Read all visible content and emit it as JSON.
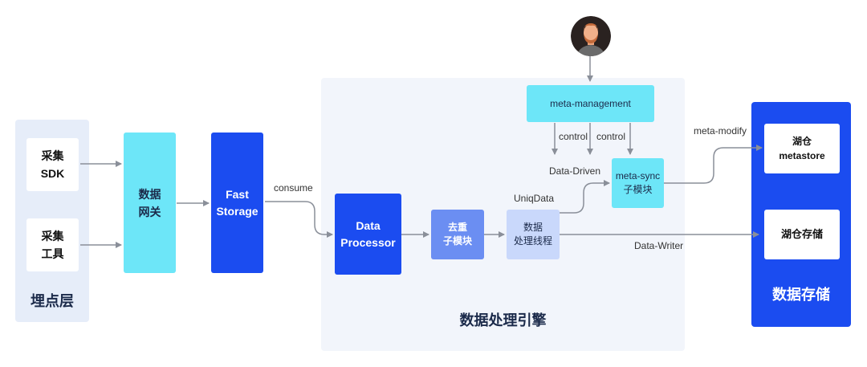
{
  "layers": {
    "collection": "埋点层",
    "engine": "数据处理引擎",
    "storage": "数据存储"
  },
  "nodes": {
    "sdk": "采集\nSDK",
    "tool": "采集\n工具",
    "gateway": "数据\n网关",
    "fast_storage": "Fast\nStorage",
    "data_processor": "Data\nProcessor",
    "dedup": "去重\n子模块",
    "process_thread": "数据\n处理线程",
    "meta_management": "meta-management",
    "meta_sync": "meta-sync\n子模块",
    "metastore": "湖仓\nmetastore",
    "lake_storage": "湖仓存储"
  },
  "edges": {
    "consume": "consume",
    "control_1": "control",
    "control_2": "control",
    "data_driven": "Data-Driven",
    "uniq_data": "UniqData",
    "meta_modify": "meta-modify",
    "data_writer": "Data-Writer"
  },
  "icons": {
    "user": "user-avatar-icon"
  },
  "colors": {
    "primary_blue": "#1b4cf0",
    "cyan": "#6de6f8",
    "mid_blue": "#6b8ef2",
    "light_blue": "#c9d8fb",
    "arrow": "#8a8f99"
  }
}
